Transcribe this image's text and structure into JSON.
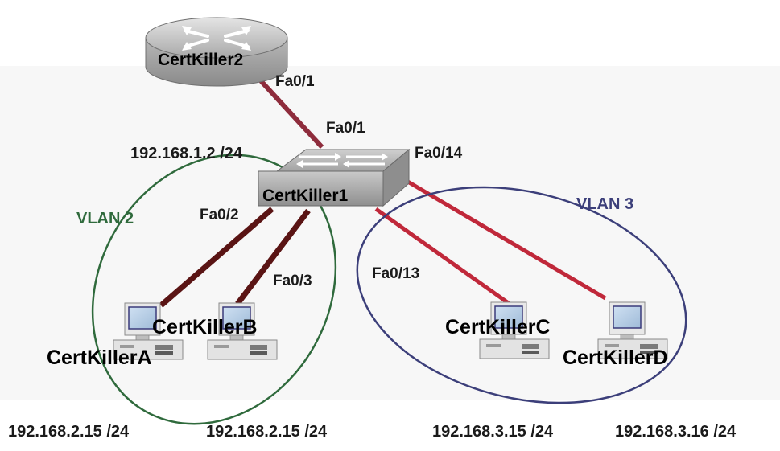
{
  "router": {
    "name": "CertKiller2",
    "port": "Fa0/1"
  },
  "switch": {
    "name": "CertKiller1",
    "ip": "192.168.1.2 /24",
    "port_uplink": "Fa0/1",
    "port_a": "Fa0/2",
    "port_b": "Fa0/3",
    "port_c": "Fa0/13",
    "port_d": "Fa0/14"
  },
  "vlans": [
    {
      "name": "VLAN 2",
      "color": "#2f6a3c"
    },
    {
      "name": "VLAN 3",
      "color": "#3c3f7a"
    }
  ],
  "hosts": [
    {
      "name": "CertKillerA",
      "ip": "192.168.2.15 /24"
    },
    {
      "name": "CertKillerB",
      "ip": "192.168.2.15 /24"
    },
    {
      "name": "CertKillerC",
      "ip": "192.168.3.15 /24"
    },
    {
      "name": "CertKillerD",
      "ip": "192.168.3.16 /24"
    }
  ],
  "colors": {
    "link_vlan2": "#5a1414",
    "link_router_vlan3": "#c0283a"
  }
}
